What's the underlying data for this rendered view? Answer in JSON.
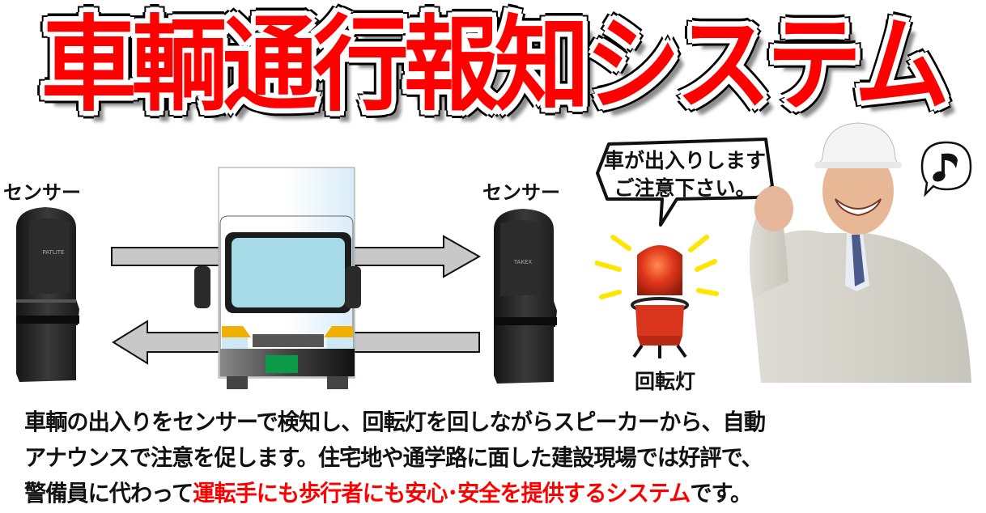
{
  "title": "車輌通行報知システム",
  "diagram": {
    "sensor_left_label": "センサー",
    "sensor_right_label": "センサー",
    "beacon_label": "回転灯",
    "speech_bubble": {
      "line1": "車が出入りします",
      "line2": "ご注意下さい。"
    },
    "icons": {
      "sensor": "sensor-device-icon",
      "truck": "truck-front-icon",
      "arrow_right": "arrow-right-icon",
      "arrow_left": "arrow-left-icon",
      "beacon": "rotating-warning-light-icon",
      "music_note": "music-note-icon",
      "person": "worker-in-helmet"
    }
  },
  "description": {
    "line1": "車輌の出入りをセンサーで検知し、回転灯を回しながらスピーカーから、自動",
    "line2": "アナウンスで注意を促します。住宅地や通学路に面した建設現場では好評で、",
    "line3_prefix": "警備員に代わって",
    "line3_highlight": "運転手にも歩行者にも安心･安全を提供するシステム",
    "line3_suffix": "です。"
  },
  "colors": {
    "title_red": "#ff0000",
    "highlight_red": "#ff0000",
    "arrow_gray": "#c8c8c8",
    "beacon_red": "#d42a10",
    "ray_yellow": "#ffe600",
    "windshield": "#a8dce8",
    "plate_green": "#0a9a48"
  }
}
